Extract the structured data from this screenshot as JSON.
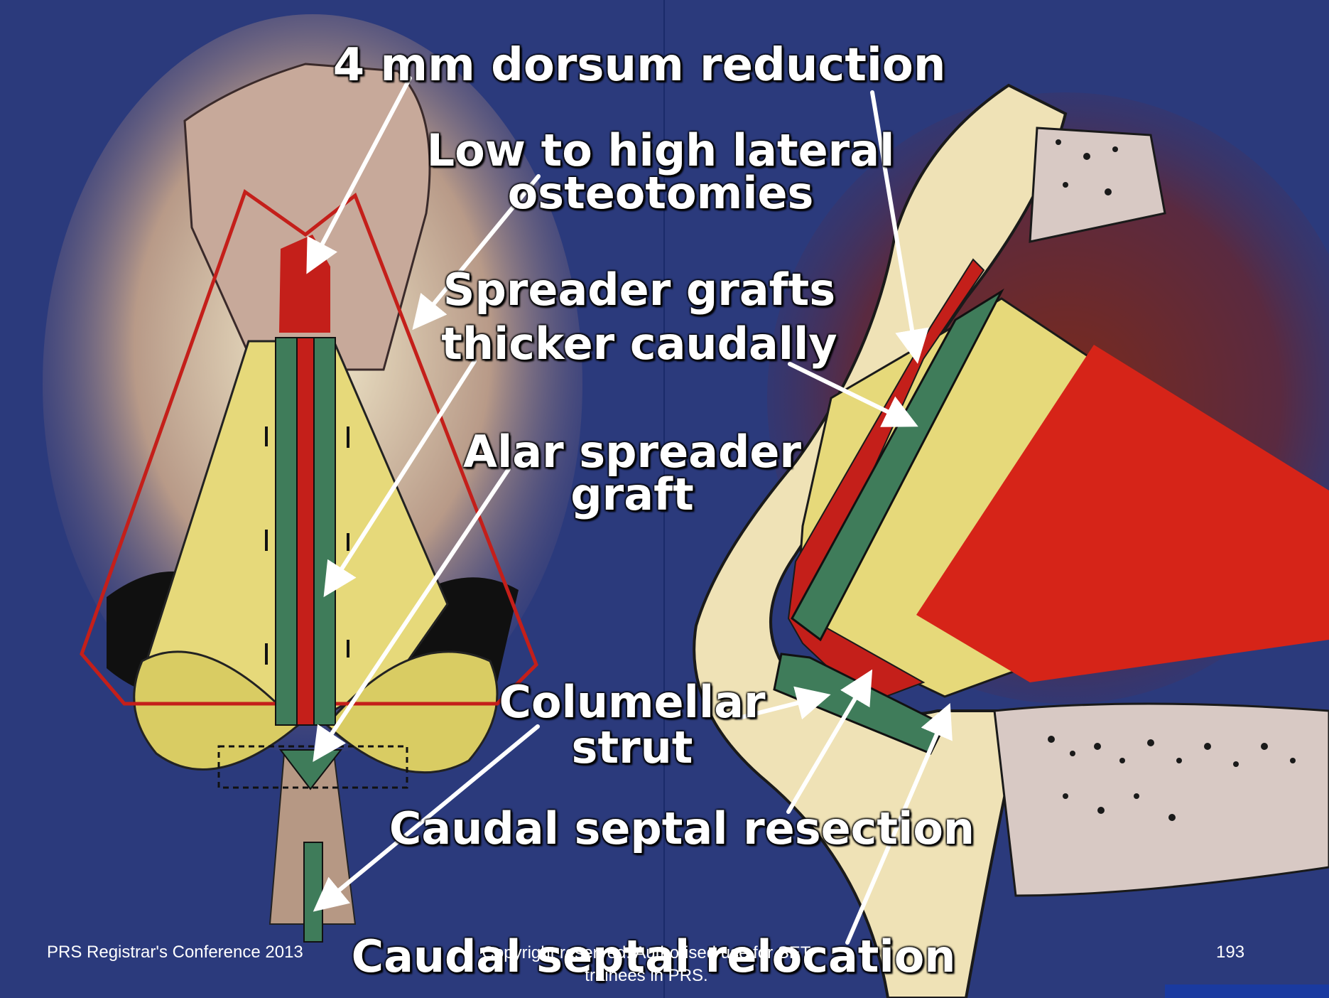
{
  "labels": {
    "dorsum_reduction": "4 mm dorsum reduction",
    "osteotomies_line1": "Low to high lateral",
    "osteotomies_line2": "osteotomies",
    "spreader_line1": "Spreader grafts",
    "spreader_line2": "thicker caudally",
    "alar_line1": "Alar spreader",
    "alar_line2": "graft",
    "columellar_line1": "Columellar",
    "columellar_line2": "strut",
    "caudal_resection": "Caudal septal resection",
    "caudal_relocation": "Caudal septal relocation"
  },
  "footer": {
    "conference": "PRS Registrar's Conference 2013",
    "copyright_line1": "Copyright reserved. Authorised use for SET",
    "copyright_line2": "trainees in PRS.",
    "page_number": "193"
  },
  "colors": {
    "background": "#2b3a7c",
    "graft_red": "#c41f1a",
    "graft_green": "#3f7c5a",
    "cartilage_yellow": "#e6d97a",
    "arrow": "#ffffff"
  }
}
